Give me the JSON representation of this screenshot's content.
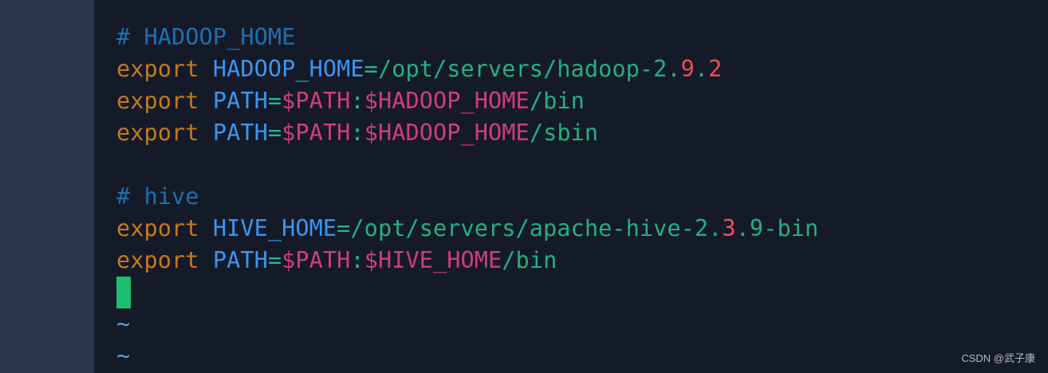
{
  "colors": {
    "background": "#151a28",
    "gutter": "#2b364a",
    "comment": "#1e6fb0",
    "keyword": "#c27a1e",
    "variable": "#3b95f0",
    "operator": "#26b58f",
    "reference": "#d23d7c",
    "path": "#25b07f",
    "number": "#f14c54",
    "cursor": "#1ebc6e"
  },
  "editor": {
    "lines": [
      {
        "tokens": [
          {
            "type": "comment",
            "text": "# HADOOP_HOME"
          }
        ]
      },
      {
        "tokens": [
          {
            "type": "keyword",
            "text": "export"
          },
          {
            "type": "plain",
            "text": " "
          },
          {
            "type": "var",
            "text": "HADOOP_HOME"
          },
          {
            "type": "op",
            "text": "="
          },
          {
            "type": "path",
            "text": "/opt/servers/hadoop-2."
          },
          {
            "type": "num",
            "text": "9"
          },
          {
            "type": "path",
            "text": "."
          },
          {
            "type": "num",
            "text": "2"
          }
        ]
      },
      {
        "tokens": [
          {
            "type": "keyword",
            "text": "export"
          },
          {
            "type": "plain",
            "text": " "
          },
          {
            "type": "var",
            "text": "PATH"
          },
          {
            "type": "op",
            "text": "="
          },
          {
            "type": "ref",
            "text": "$PATH"
          },
          {
            "type": "op",
            "text": ":"
          },
          {
            "type": "ref",
            "text": "$HADOOP_HOME"
          },
          {
            "type": "path",
            "text": "/bin"
          }
        ]
      },
      {
        "tokens": [
          {
            "type": "keyword",
            "text": "export"
          },
          {
            "type": "plain",
            "text": " "
          },
          {
            "type": "var",
            "text": "PATH"
          },
          {
            "type": "op",
            "text": "="
          },
          {
            "type": "ref",
            "text": "$PATH"
          },
          {
            "type": "op",
            "text": ":"
          },
          {
            "type": "ref",
            "text": "$HADOOP_HOME"
          },
          {
            "type": "path",
            "text": "/sbin"
          }
        ]
      },
      {
        "tokens": []
      },
      {
        "tokens": [
          {
            "type": "comment",
            "text": "# hive"
          }
        ]
      },
      {
        "tokens": [
          {
            "type": "keyword",
            "text": "export"
          },
          {
            "type": "plain",
            "text": " "
          },
          {
            "type": "var",
            "text": "HIVE_HOME"
          },
          {
            "type": "op",
            "text": "="
          },
          {
            "type": "path",
            "text": "/opt/servers/apache-hive-2."
          },
          {
            "type": "num",
            "text": "3"
          },
          {
            "type": "path",
            "text": ".9-bin"
          }
        ]
      },
      {
        "tokens": [
          {
            "type": "keyword",
            "text": "export"
          },
          {
            "type": "plain",
            "text": " "
          },
          {
            "type": "var",
            "text": "PATH"
          },
          {
            "type": "op",
            "text": "="
          },
          {
            "type": "ref",
            "text": "$PATH"
          },
          {
            "type": "op",
            "text": ":"
          },
          {
            "type": "ref",
            "text": "$HIVE_HOME"
          },
          {
            "type": "path",
            "text": "/bin"
          }
        ]
      },
      {
        "cursor": true,
        "tokens": []
      },
      {
        "tokens": [
          {
            "type": "tilde",
            "text": "~"
          }
        ]
      },
      {
        "tokens": [
          {
            "type": "tilde",
            "text": "~"
          }
        ]
      }
    ]
  },
  "watermark": {
    "text": "CSDN @武子康"
  }
}
